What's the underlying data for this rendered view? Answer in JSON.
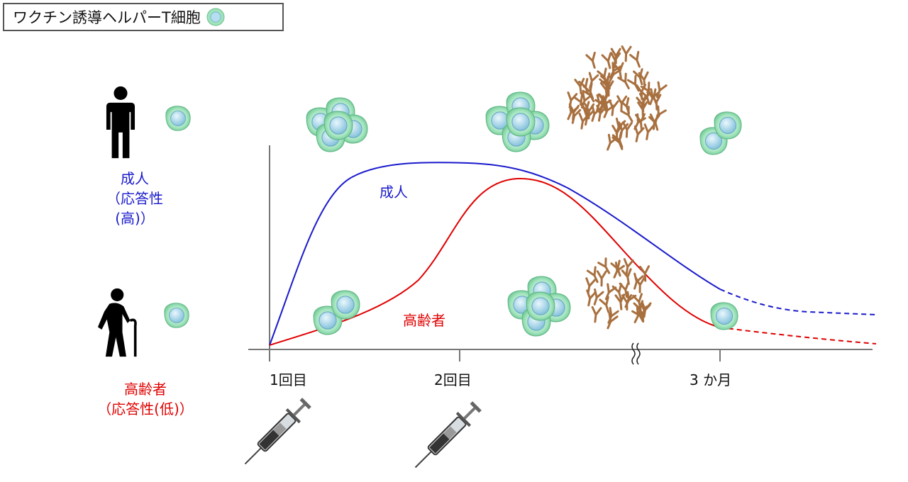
{
  "legend": {
    "title": "ワクチン誘導ヘルパーT細胞",
    "icon": "helper-t-cell-icon"
  },
  "groups": {
    "adult": {
      "label": "成人",
      "sub": "（応答性(高)）",
      "color": "#1a1acc"
    },
    "elderly": {
      "label": "高齢者",
      "sub": "（応答性(低)）",
      "color": "#e00000"
    }
  },
  "curves": {
    "adult_label": "成人",
    "elderly_label": "高齢者"
  },
  "axis": {
    "ticks": [
      "1回目",
      "2回目",
      "3 か月"
    ]
  },
  "colors": {
    "adult": "#1a1acc",
    "elderly": "#e00000",
    "axis": "#777777",
    "cell": "#8fe0b0",
    "nucleus": "#a8d8ee",
    "antibody": "#b07a4a"
  }
}
